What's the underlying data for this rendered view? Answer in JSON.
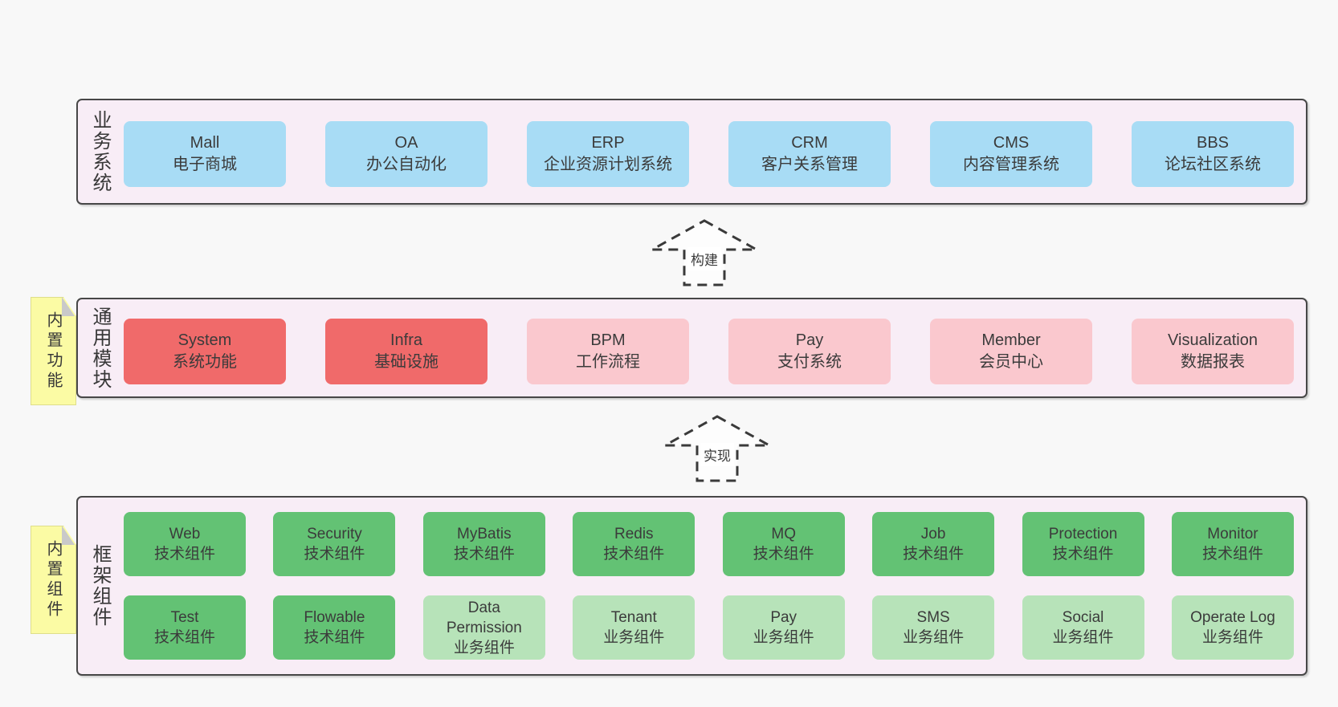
{
  "colors": {
    "page_bg": "#f8f8f8",
    "band_fill": "#f8edf6",
    "band_border": "#474747",
    "text": "#383838",
    "blue": "#a8dcf5",
    "red": "#f06a6a",
    "pink": "#fac8ce",
    "green": "#63c274",
    "light_green": "#b7e3b9",
    "sticky_yellow": "#fbfba4",
    "sticky_fold": "#c9c9c9",
    "arrow_stroke": "#3a3a3a"
  },
  "bands": [
    {
      "label": "业务系统",
      "boxes": [
        {
          "name": "Mall",
          "desc": "电子商城",
          "color": "blue"
        },
        {
          "name": "OA",
          "desc": "办公自动化",
          "color": "blue"
        },
        {
          "name": "ERP",
          "desc": "企业资源计划系统",
          "color": "blue"
        },
        {
          "name": "CRM",
          "desc": "客户关系管理",
          "color": "blue"
        },
        {
          "name": "CMS",
          "desc": "内容管理系统",
          "color": "blue"
        },
        {
          "name": "BBS",
          "desc": "论坛社区系统",
          "color": "blue"
        }
      ]
    },
    {
      "label": "通用模块",
      "sticky": "内置功能",
      "boxes": [
        {
          "name": "System",
          "desc": "系统功能",
          "color": "red"
        },
        {
          "name": "Infra",
          "desc": "基础设施",
          "color": "red"
        },
        {
          "name": "BPM",
          "desc": "工作流程",
          "color": "pink"
        },
        {
          "name": "Pay",
          "desc": "支付系统",
          "color": "pink"
        },
        {
          "name": "Member",
          "desc": "会员中心",
          "color": "pink"
        },
        {
          "name": "Visualization",
          "desc": "数据报表",
          "color": "pink"
        }
      ]
    },
    {
      "label": "框架组件",
      "sticky": "内置组件",
      "row1": [
        {
          "name": "Web",
          "desc": "技术组件",
          "color": "green"
        },
        {
          "name": "Security",
          "desc": "技术组件",
          "color": "green"
        },
        {
          "name": "MyBatis",
          "desc": "技术组件",
          "color": "green"
        },
        {
          "name": "Redis",
          "desc": "技术组件",
          "color": "green"
        },
        {
          "name": "MQ",
          "desc": "技术组件",
          "color": "green"
        },
        {
          "name": "Job",
          "desc": "技术组件",
          "color": "green"
        },
        {
          "name": "Protection",
          "desc": "技术组件",
          "color": "green"
        },
        {
          "name": "Monitor",
          "desc": "技术组件",
          "color": "green"
        }
      ],
      "row2": [
        {
          "name": "Test",
          "desc": "技术组件",
          "color": "green"
        },
        {
          "name": "Flowable",
          "desc": "技术组件",
          "color": "green"
        },
        {
          "name": "Data Permission",
          "desc": "业务组件",
          "color": "light_green"
        },
        {
          "name": "Tenant",
          "desc": "业务组件",
          "color": "light_green"
        },
        {
          "name": "Pay",
          "desc": "业务组件",
          "color": "light_green"
        },
        {
          "name": "SMS",
          "desc": "业务组件",
          "color": "light_green"
        },
        {
          "name": "Social",
          "desc": "业务组件",
          "color": "light_green"
        },
        {
          "name": "Operate Log",
          "desc": "业务组件",
          "color": "light_green"
        }
      ]
    }
  ],
  "arrows": [
    {
      "label": "构建"
    },
    {
      "label": "实现"
    }
  ]
}
